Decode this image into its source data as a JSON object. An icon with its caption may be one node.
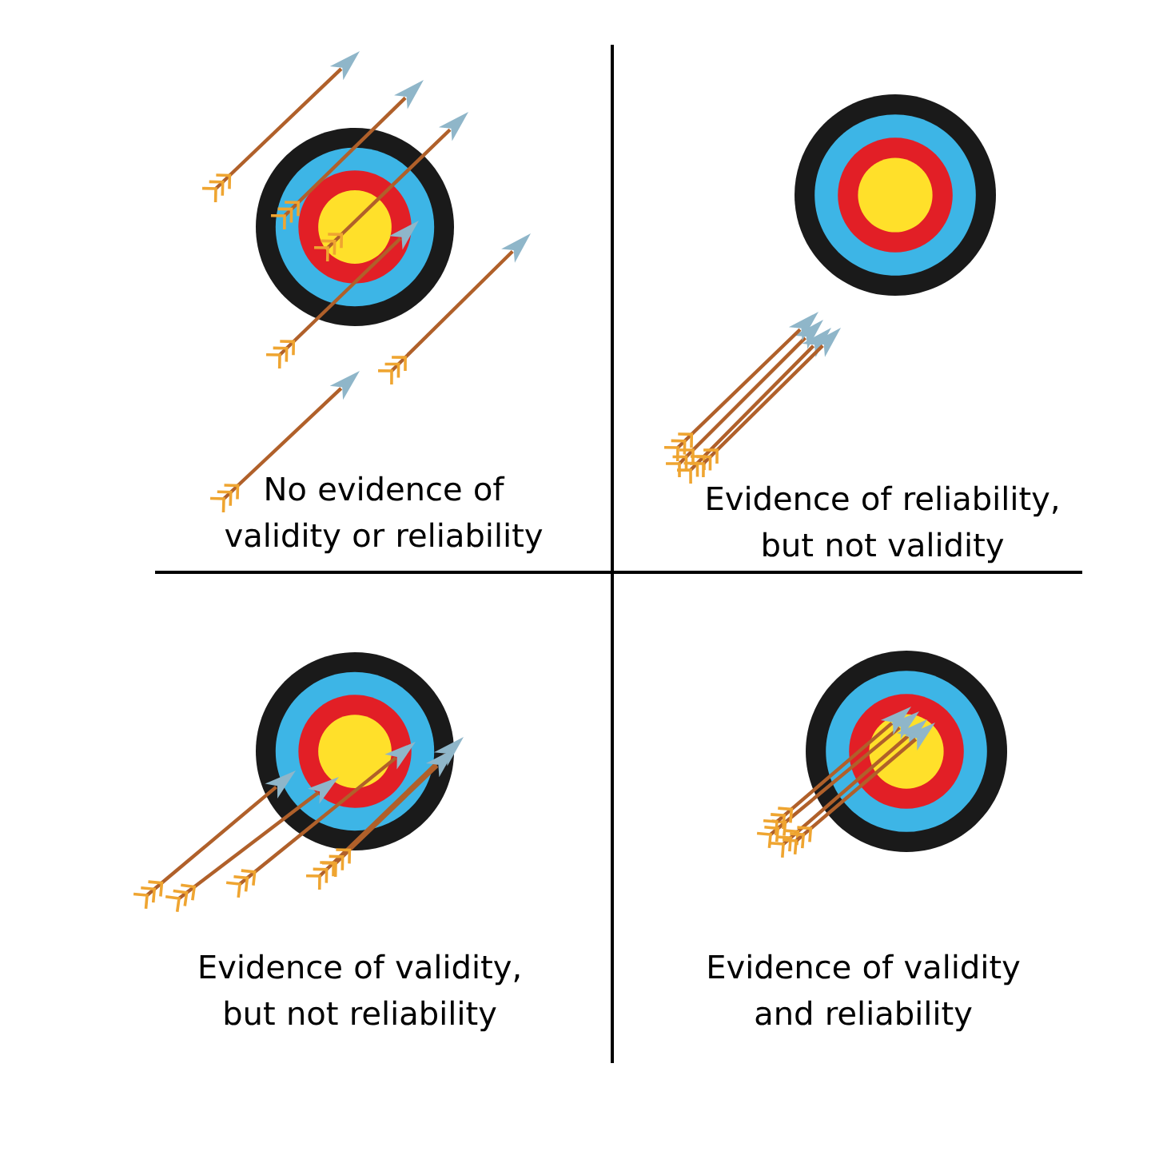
{
  "diagram": {
    "labels": [
      "No evidence of validity or reliability",
      "Evidence of reliability, but not validity",
      "Evidence of validity, but not reliability",
      "Evidence of validity and reliability"
    ]
  }
}
